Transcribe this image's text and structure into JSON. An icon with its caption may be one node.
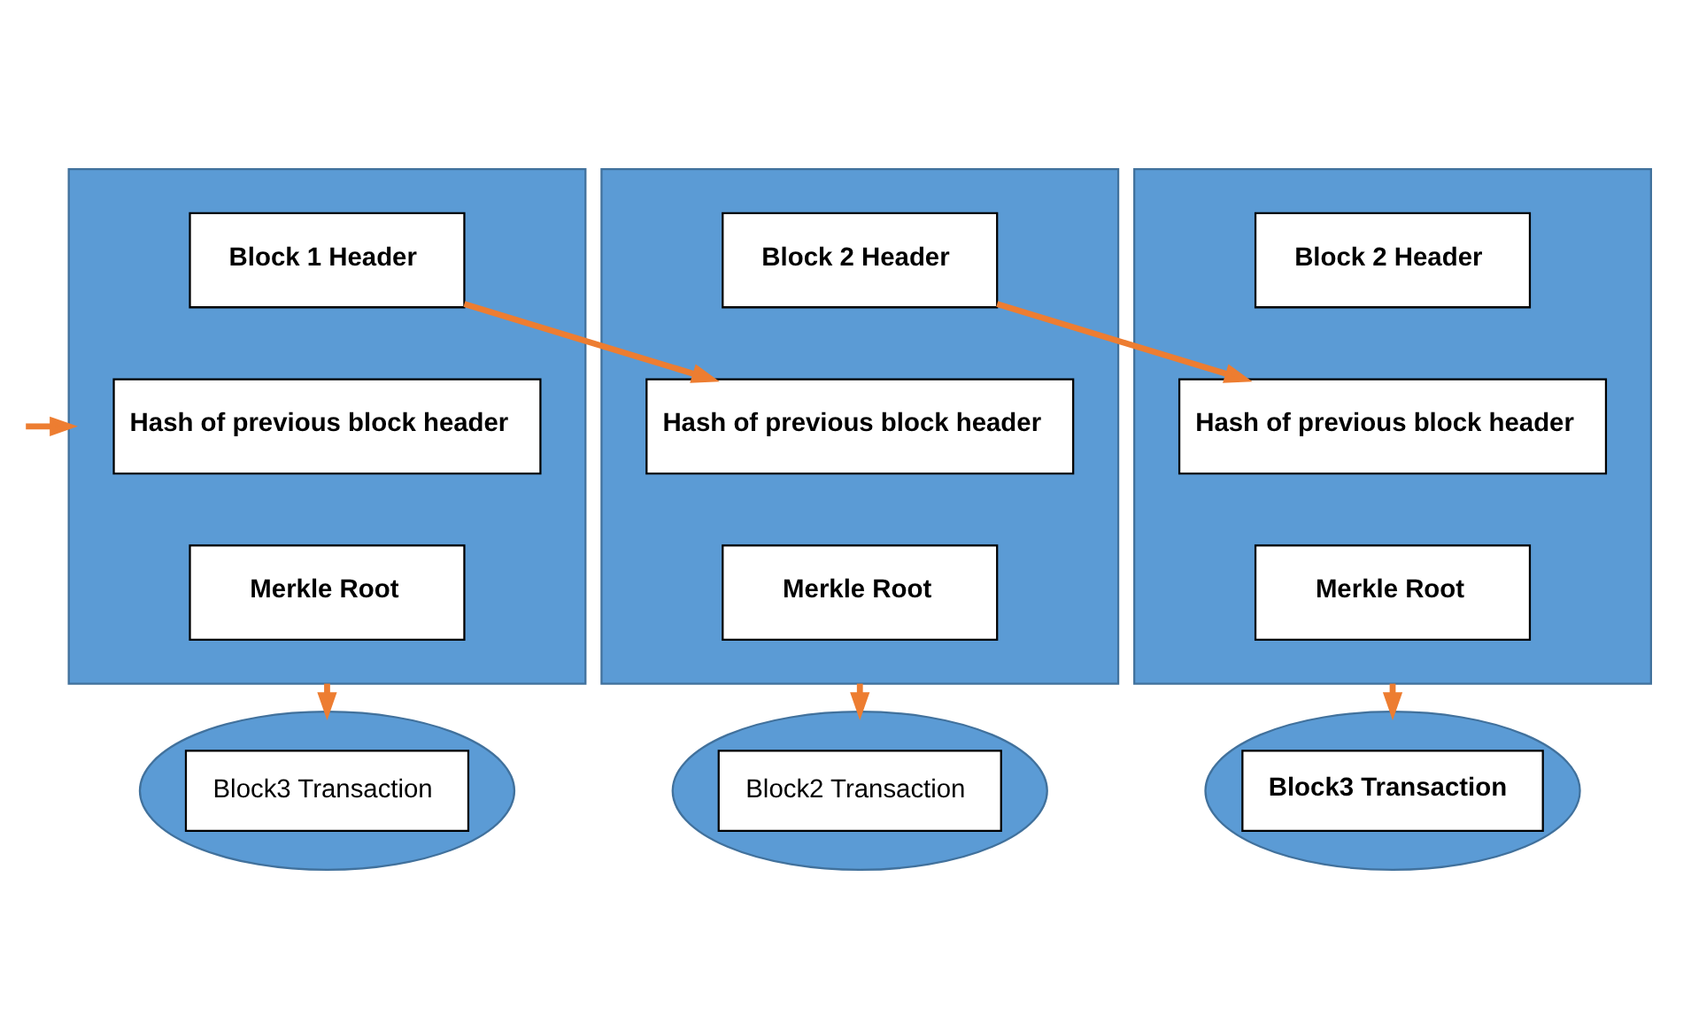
{
  "diagram": {
    "nodes": [
      {
        "text": [],
        "shape": "box"
      },
      {
        "text": [
          "Block 1 Header"
        ],
        "in": 0
      },
      {
        "text": [
          "Hash of previous block header"
        ],
        "in": 0
      },
      {
        "text": [
          "Merkle Root"
        ],
        "in": 0
      },
      {
        "text": [],
        "shape": "box"
      },
      {
        "text": [
          "Block 2 Header"
        ],
        "in": 4
      },
      {
        "text": [
          "Hash of previous block header"
        ],
        "in": 4
      },
      {
        "text": [
          "Merkle Root"
        ],
        "in": 4
      },
      {
        "text": [],
        "shape": "box"
      },
      {
        "text": [
          "Block 2 Header"
        ],
        "in": 8
      },
      {
        "text": [
          "Hash of previous block header"
        ],
        "in": 8
      },
      {
        "text": [
          "Merkle Root"
        ],
        "in": 8
      },
      {
        "text": [
          "Block3 Transaction"
        ]
      },
      {
        "text": [
          "Block2 Transaction"
        ]
      },
      {
        "text": [
          "Block3 Transaction"
        ]
      }
    ],
    "edges": [
      {
        "from": null,
        "to": 0,
        "arrow": "to"
      },
      {
        "from": 1,
        "to": 6,
        "arrow": "to"
      },
      {
        "from": 5,
        "to": 10,
        "arrow": "to"
      },
      {
        "from": 0,
        "to": 12,
        "arrow": "to"
      },
      {
        "from": 4,
        "to": 13,
        "arrow": "to"
      },
      {
        "from": 8,
        "to": 14,
        "arrow": "to"
      }
    ]
  }
}
